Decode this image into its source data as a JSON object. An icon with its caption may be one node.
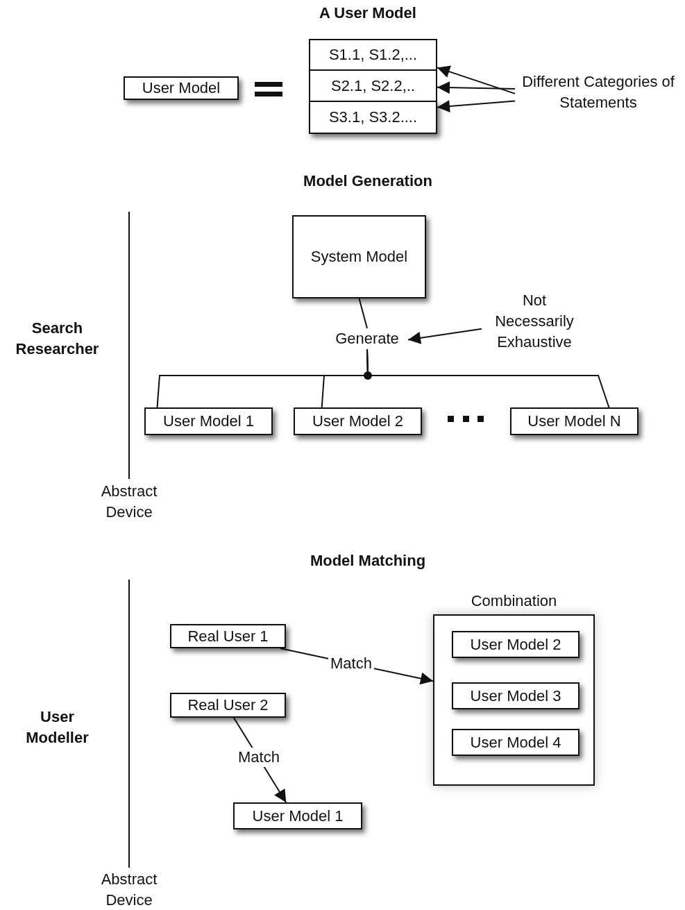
{
  "diagram": {
    "title": "A User Model",
    "nodes": [
      {
        "text": [
          "User Model"
        ]
      },
      {
        "text": [
          "S1.1, S1.2,..."
        ]
      },
      {
        "text": [
          "S2.1, S2.2,.."
        ]
      },
      {
        "text": [
          "S3.1, S3.2...."
        ]
      },
      {
        "text": [
          "Different Categories of Statements"
        ]
      },
      {
        "text": [
          "System Model"
        ]
      },
      {
        "text": [
          "Generate"
        ]
      },
      {
        "text": [
          "Not Necessarily Exhaustive"
        ]
      },
      {
        "text": [
          "User Model 1"
        ]
      },
      {
        "text": [
          "User Model 2"
        ]
      },
      {
        "text": [
          "User Model N"
        ]
      },
      {
        "text": [
          "Real User 1"
        ]
      },
      {
        "text": [
          "Real User 2"
        ]
      },
      {
        "text": [
          "Combination"
        ]
      },
      {
        "text": [
          "User Model 2"
        ],
        "in": 13
      },
      {
        "text": [
          "User Model 3"
        ],
        "in": 13
      },
      {
        "text": [
          "User Model 4"
        ],
        "in": 13
      },
      {
        "text": [
          "User Model 1"
        ]
      }
    ],
    "edges": [
      {
        "from": 4,
        "to": 1,
        "arrow": "to"
      },
      {
        "from": 4,
        "to": 2,
        "arrow": "to"
      },
      {
        "from": 4,
        "to": 3,
        "arrow": "to"
      },
      {
        "from": 5,
        "to": 6,
        "arrow": "none"
      },
      {
        "from": 6,
        "to": 8,
        "arrow": "none"
      },
      {
        "from": 6,
        "to": 9,
        "arrow": "none"
      },
      {
        "from": 6,
        "to": 10,
        "arrow": "none"
      },
      {
        "from": 7,
        "to": 6,
        "arrow": "to"
      },
      {
        "from": 11,
        "to": 13,
        "arrow": "to",
        "label": "Match"
      },
      {
        "from": 12,
        "to": 17,
        "arrow": "to",
        "label": "Match"
      }
    ],
    "labels": [
      "Model Generation",
      "Search Researcher",
      "Abstract Device",
      "Model Matching",
      "User Modeller",
      "Abstract Device"
    ]
  }
}
